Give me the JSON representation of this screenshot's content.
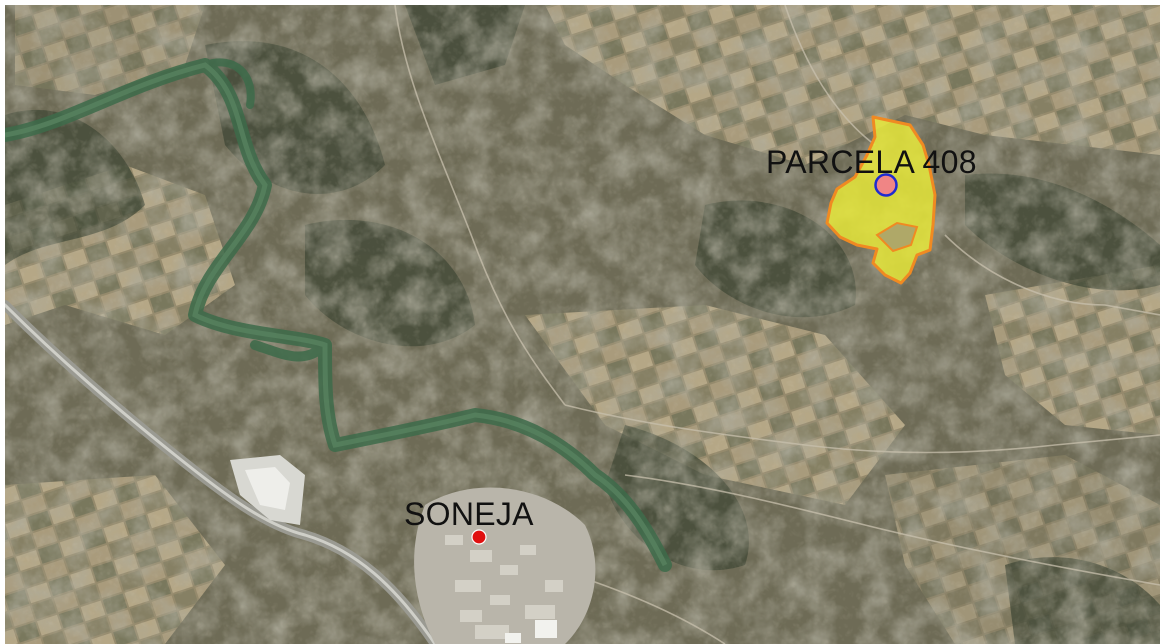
{
  "map": {
    "imagery": "satellite",
    "parcel": {
      "label": "PARCELA 408",
      "fill_color": "#e6e83a",
      "outline_color": "#f08a22",
      "marker_fill": "#f08585",
      "marker_ring": "#1f2bd0"
    },
    "town": {
      "label": "SONEJA",
      "marker_color": "#e01010"
    },
    "colors": {
      "terrain_base": "#6b6a55",
      "forest": "#3f4a35",
      "fields": "#a8997a",
      "river": "#3d6b4a",
      "urban": "#c9c7c0"
    }
  }
}
